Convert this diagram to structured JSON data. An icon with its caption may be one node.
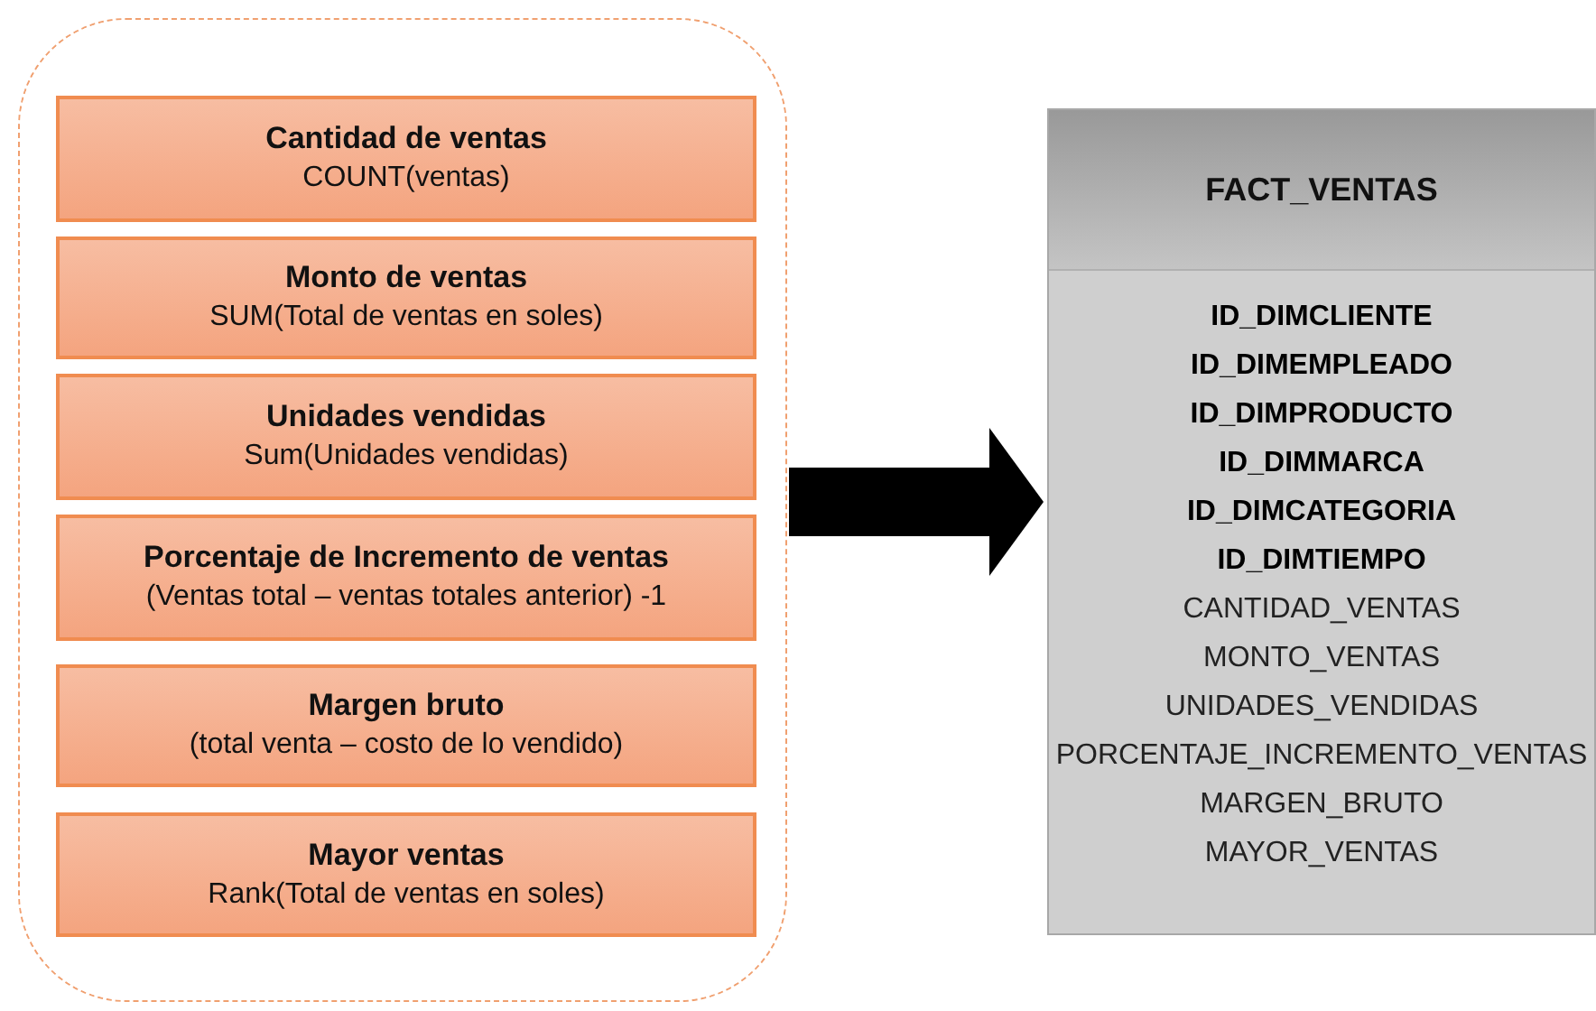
{
  "diagram": {
    "nodes": [
      {
        "text": [],
        "shape": "box"
      },
      {
        "text": [
          "Cantidad de ventas",
          "COUNT(ventas)"
        ],
        "in": 0
      },
      {
        "text": [
          "Monto de ventas",
          "SUM(Total de ventas en soles)"
        ],
        "in": 0
      },
      {
        "text": [
          "Unidades vendidas",
          "Sum(Unidades vendidas)"
        ],
        "in": 0
      },
      {
        "text": [
          "Porcentaje de Incremento de ventas",
          "(Ventas total – ventas totales anterior) -1"
        ],
        "in": 0
      },
      {
        "text": [
          "Margen bruto",
          "(total venta – costo de lo vendido)"
        ],
        "in": 0
      },
      {
        "text": [
          "Mayor ventas",
          "Rank(Total de ventas en soles)"
        ],
        "in": 0
      },
      {
        "text": [
          "FACT_VENTAS",
          "**ID_DIMCLIENTE**",
          "**ID_DIMEMPLEADO**",
          "**ID_DIMPRODUCTO**",
          "**ID_DIMMARCA**",
          "**ID_DIMCATEGORIA**",
          "**ID_DIMTIEMPO**",
          "CANTIDAD_VENTAS",
          "MONTO_VENTAS",
          "UNIDADES_VENDIDAS",
          "PORCENTAJE_INCREMENTO_VENTAS",
          "MARGEN_BRUTO",
          "MAYOR_VENTAS"
        ]
      }
    ],
    "edges": [
      {
        "from": 0,
        "to": 7,
        "arrow": "to"
      }
    ]
  }
}
